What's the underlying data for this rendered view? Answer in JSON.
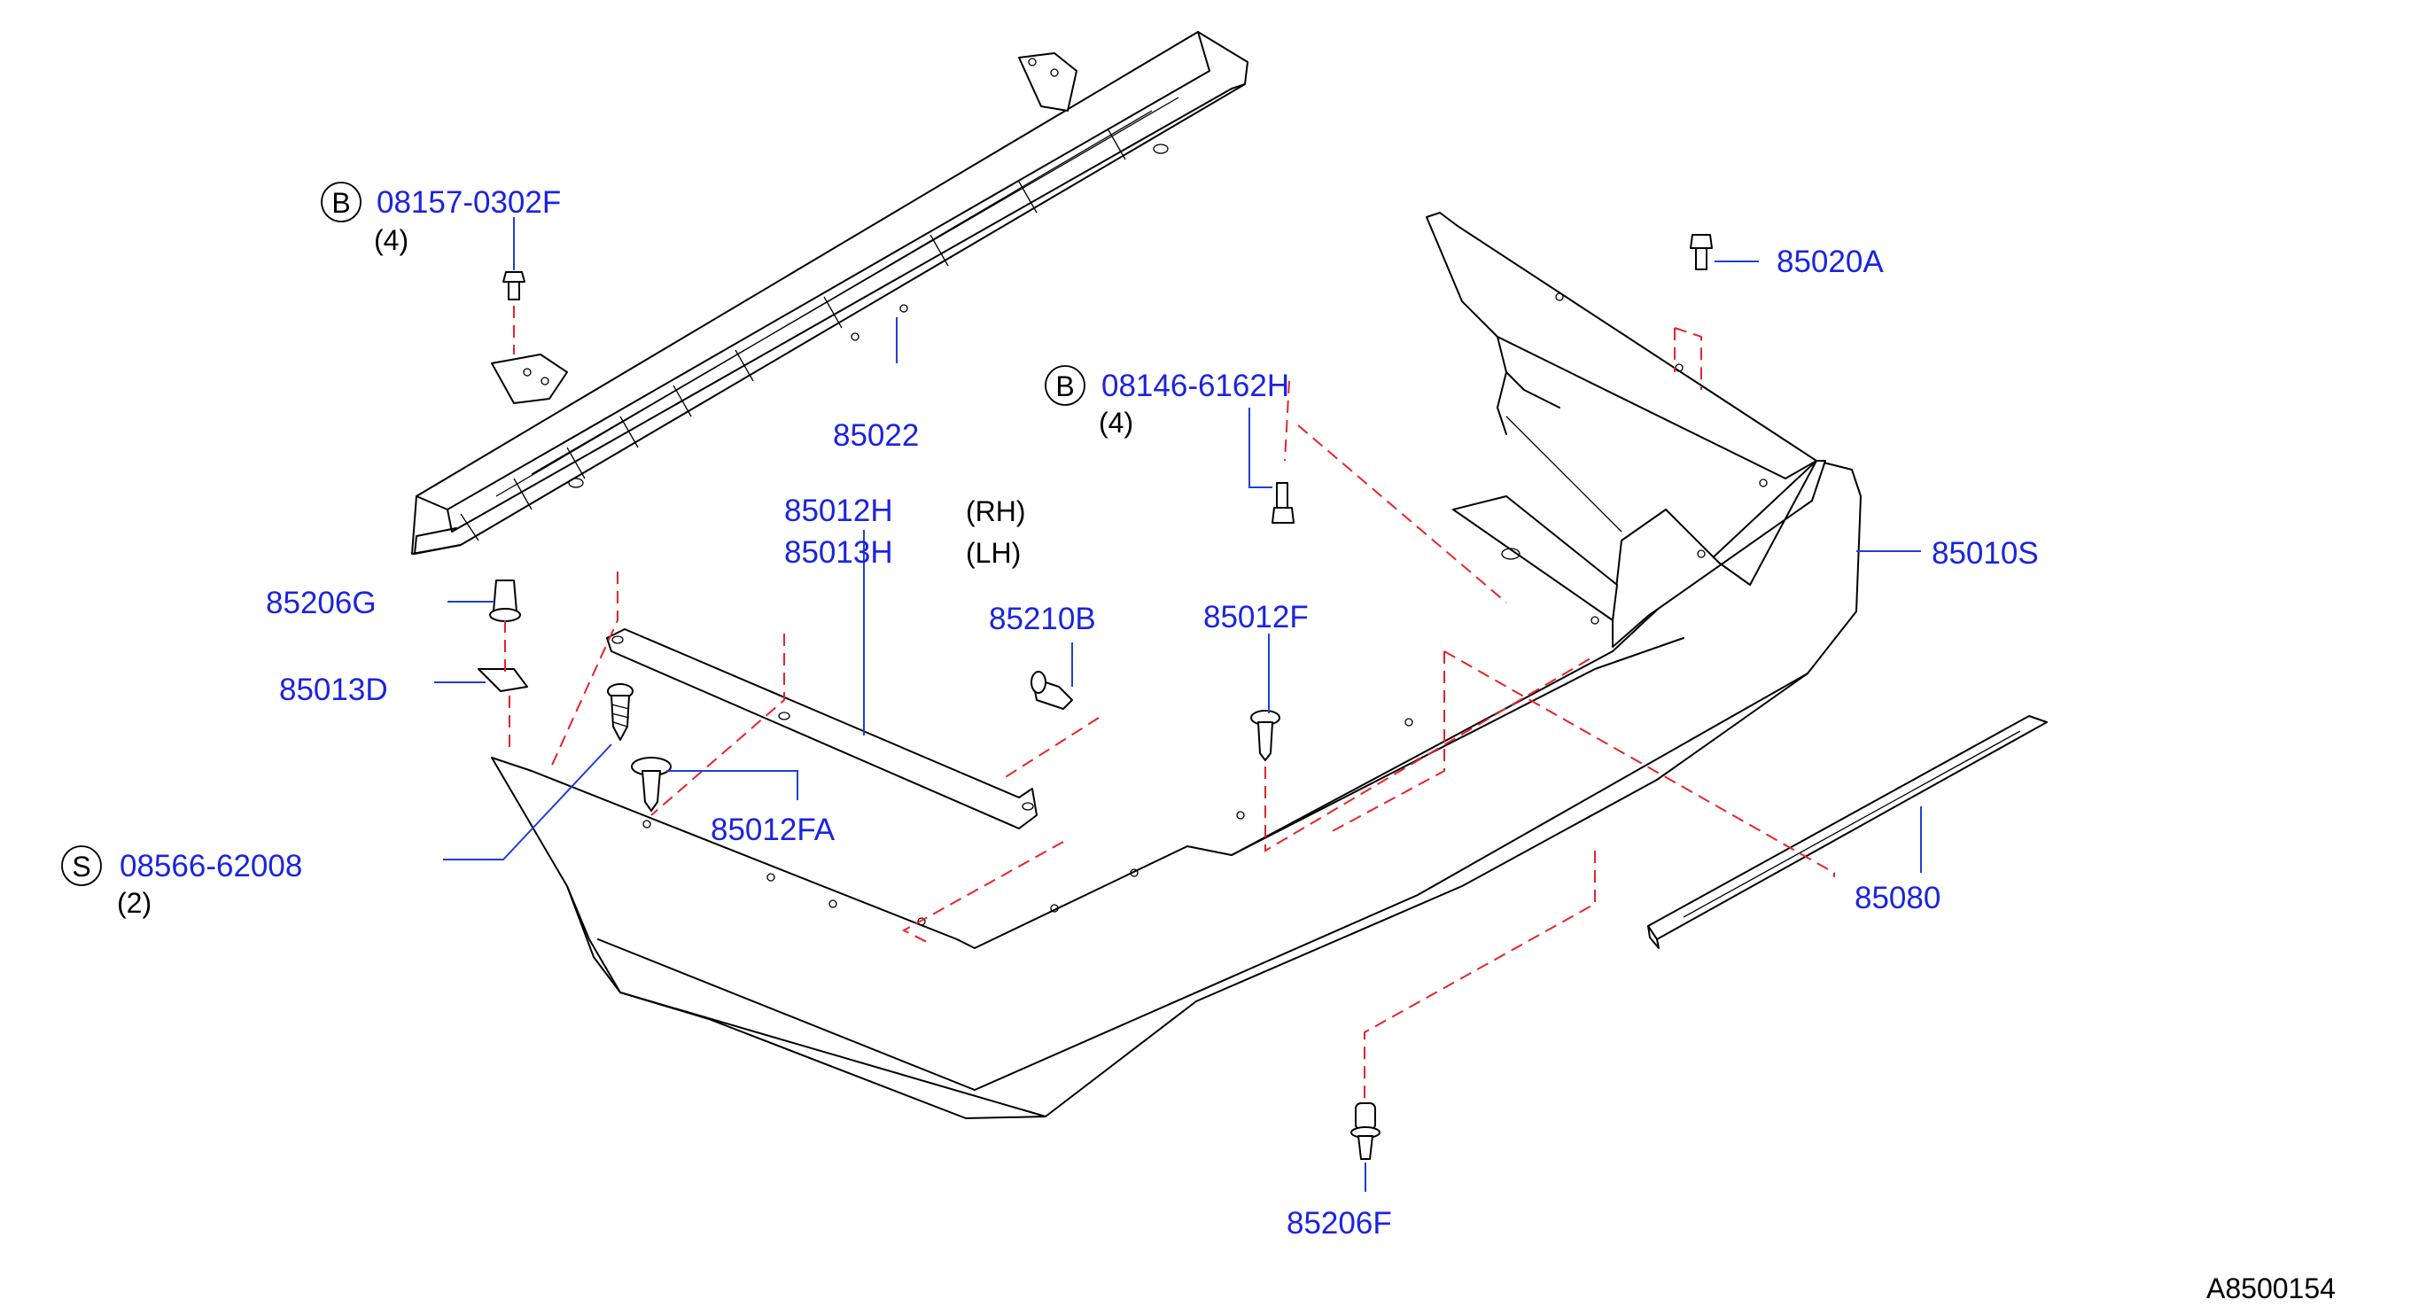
{
  "diagram_code": "A8500154",
  "callouts": {
    "reinforcement": "85022",
    "reinf_bolt": {
      "badge": "B",
      "part": "08157-0302F",
      "qty": "(4)"
    },
    "fascia_bolt": {
      "badge": "B",
      "part": "08146-6162H",
      "qty": "(4)"
    },
    "side_bolt": "85020A",
    "fascia": "85010S",
    "bracket_rh": "85012H",
    "bracket_rh_side": "(RH)",
    "bracket_lh": "85013H",
    "bracket_lh_side": "(LH)",
    "nut_85206G": "85206G",
    "clip_85013D": "85013D",
    "clip_85210B": "85210B",
    "clip_85012F": "85012F",
    "screw": {
      "badge": "S",
      "part": "08566-62008",
      "qty": "(2)"
    },
    "clip_85012FA": "85012FA",
    "molding": "85080",
    "clip_85206F": "85206F"
  }
}
